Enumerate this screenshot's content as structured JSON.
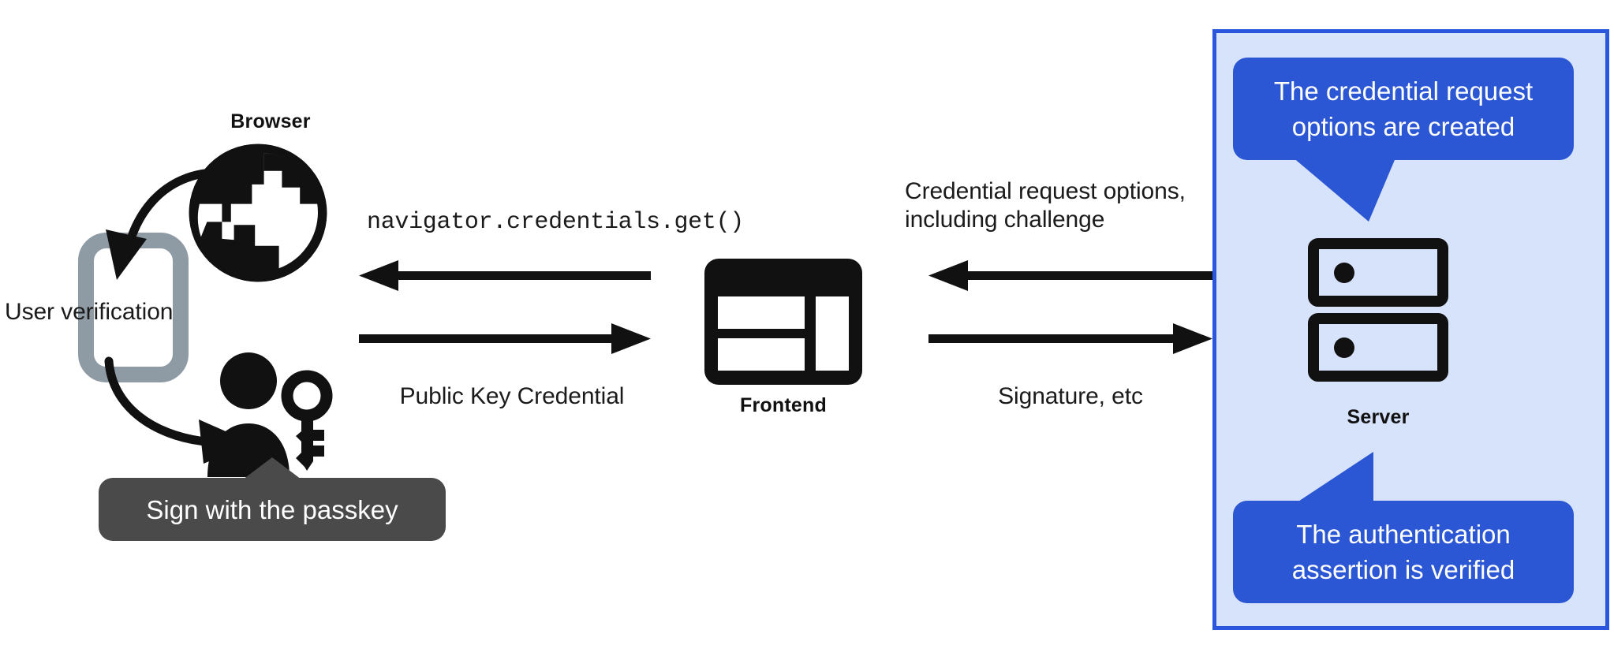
{
  "diagram": {
    "title": "WebAuthn passkey authentication flow",
    "colors": {
      "panel_fill": "#d7e3fb",
      "panel_border": "#2a56dd",
      "bubble_blue": "#2b56d4",
      "bubble_gray": "#4a4a4a",
      "ink": "#111111",
      "phone_gray": "#8e9aa4",
      "background": "#ffffff"
    }
  },
  "nodes": {
    "browser": {
      "label": "Browser",
      "icon": "globe-icon"
    },
    "frontend": {
      "label": "Frontend",
      "icon": "window-layout-icon"
    },
    "server": {
      "label": "Server",
      "icon": "server-rack-icon"
    },
    "phone": {
      "icon": "mobile-phone-icon"
    },
    "user": {
      "icon": "person-with-key-icon"
    }
  },
  "labels": {
    "user_verification": "User verification",
    "navigator_call": "navigator.credentials.get()",
    "public_key_credential": "Public Key Credential",
    "credential_request_options": "Credential request options,\nincluding challenge",
    "signature_etc": "Signature, etc"
  },
  "callouts": {
    "sign_with_passkey": "Sign with the passkey",
    "options_created": "The credential request\noptions are created",
    "assertion_verified": "The authentication\nassertion is verified"
  },
  "arrows": [
    {
      "name": "frontend-to-browser",
      "direction": "left",
      "label": "navigator.credentials.get()"
    },
    {
      "name": "browser-to-frontend",
      "direction": "right",
      "label": "Public Key Credential"
    },
    {
      "name": "server-to-frontend",
      "direction": "left",
      "label": "Credential request options, including challenge"
    },
    {
      "name": "frontend-to-server",
      "direction": "right",
      "label": "Signature, etc"
    },
    {
      "name": "browser-to-phone",
      "direction": "curved-down-left",
      "label": "User verification"
    },
    {
      "name": "phone-to-user",
      "direction": "curved-down-right",
      "label": "User verification"
    }
  ]
}
